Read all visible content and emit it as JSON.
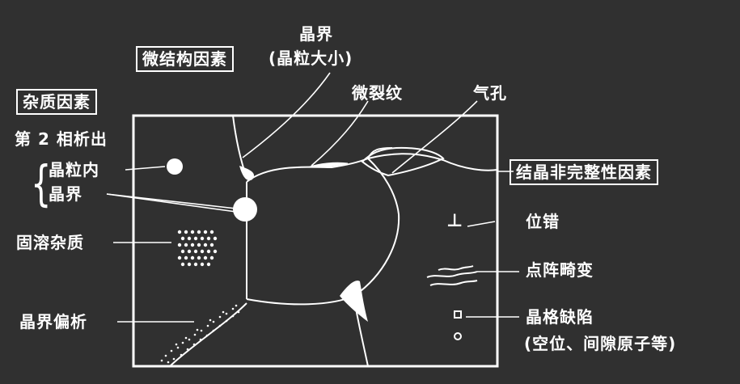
{
  "labels": {
    "microstructure": "微结构因素",
    "grain_boundary": "晶界",
    "grain_size": "(晶粒大小)",
    "impurity": "杂质因素",
    "second_phase": "第 2 相析出",
    "in_grain": "晶粒内",
    "at_boundary": "晶界",
    "solid_solution": "固溶杂质",
    "boundary_segregation": "晶界偏析",
    "microcrack": "微裂纹",
    "pore": "气孔",
    "crystal_imperfection": "结晶非完整性因素",
    "dislocation": "位错",
    "lattice_distortion": "点阵畸变",
    "lattice_defect": "晶格缺陷",
    "defect_examples": "(空位、间隙原子等)"
  },
  "icons": {
    "dislocation": "⊥",
    "brace": "{"
  },
  "colors": {
    "background": "#303030",
    "foreground": "#ffffff"
  }
}
